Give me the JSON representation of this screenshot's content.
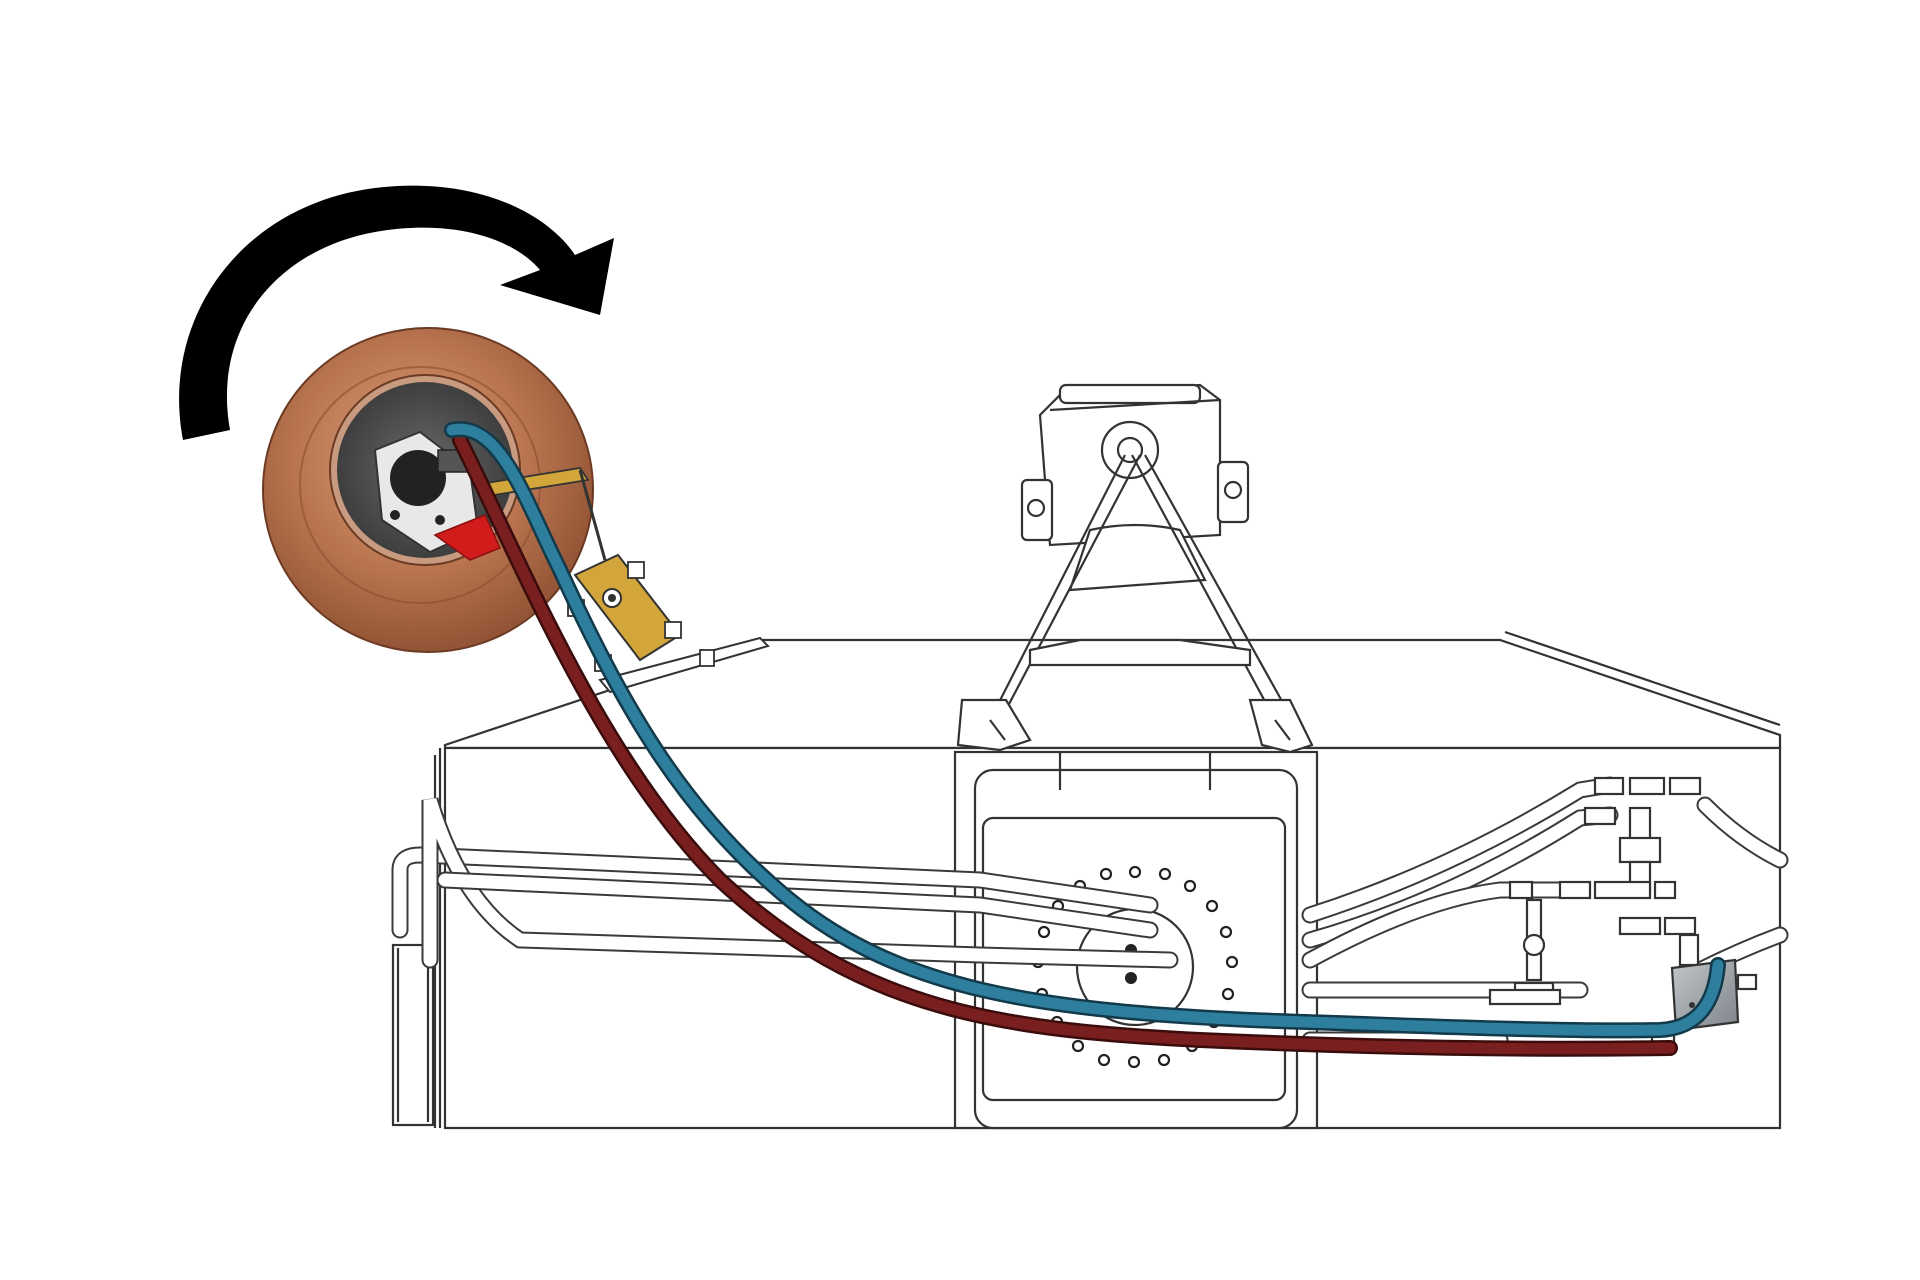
{
  "diagram": {
    "colors": {
      "background": "#ffffff",
      "linework": "#333333",
      "reel_copper": "#b9744f",
      "reel_copper_dark": "#8a4e30",
      "hub_dark": "#4a4a4a",
      "hose_blue": "#2e7f9e",
      "hose_red": "#7a1f1f",
      "bracket_yellow": "#d2a63a",
      "clamp_red": "#d21c1c",
      "arrow": "#000000",
      "valve_block": "#9aa0a6"
    },
    "components": {
      "rotation_arrow": {
        "icon": "clockwise-curved-arrow-icon"
      },
      "hose_reel": {
        "icon": "copper-reel-drum"
      },
      "hoses": [
        "blue-hose",
        "red-hose"
      ],
      "fittings": [
        "tee-fittings",
        "valve-block"
      ]
    }
  }
}
